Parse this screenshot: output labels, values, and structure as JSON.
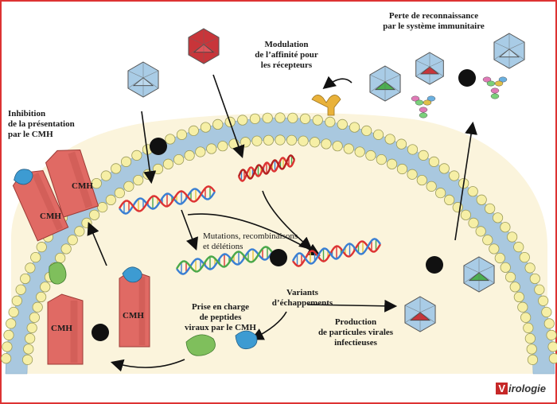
{
  "labels": {
    "perte_reconnaissance": [
      "Perte de reconnaissance",
      "par le système immunitaire"
    ],
    "modulation_affinite": [
      "Modulation",
      "de l’affinité pour",
      "les récepteurs"
    ],
    "inhibition_presentation": [
      "Inhibition",
      "de la présentation",
      "par le CMH"
    ],
    "mutations": [
      "Mutations, recombinaisons",
      "et délétions"
    ],
    "variants": [
      "Variants",
      "d’échappements"
    ],
    "prise_en_charge": [
      "Prise en charge",
      "de peptides",
      "viraux par le CMH"
    ],
    "production": [
      "Production",
      "de particules virales",
      "infectieuses"
    ]
  },
  "cmh_label": "CMH",
  "logo": {
    "mark": "V",
    "text": "irologie"
  },
  "colors": {
    "cell": "#fbf4dc",
    "lipid_head": "#f6efa6",
    "lipid_tail": "#a9c8df",
    "cmh": "#e06a64",
    "peptide_blue": "#3d9bd2",
    "peptide_green": "#7fbf5c",
    "capsid_red": "#c8353a",
    "capsid_blue": "#a9cce6",
    "capsid_green": "#4caf50",
    "receptor": "#e9b23a",
    "border": "#d33"
  }
}
